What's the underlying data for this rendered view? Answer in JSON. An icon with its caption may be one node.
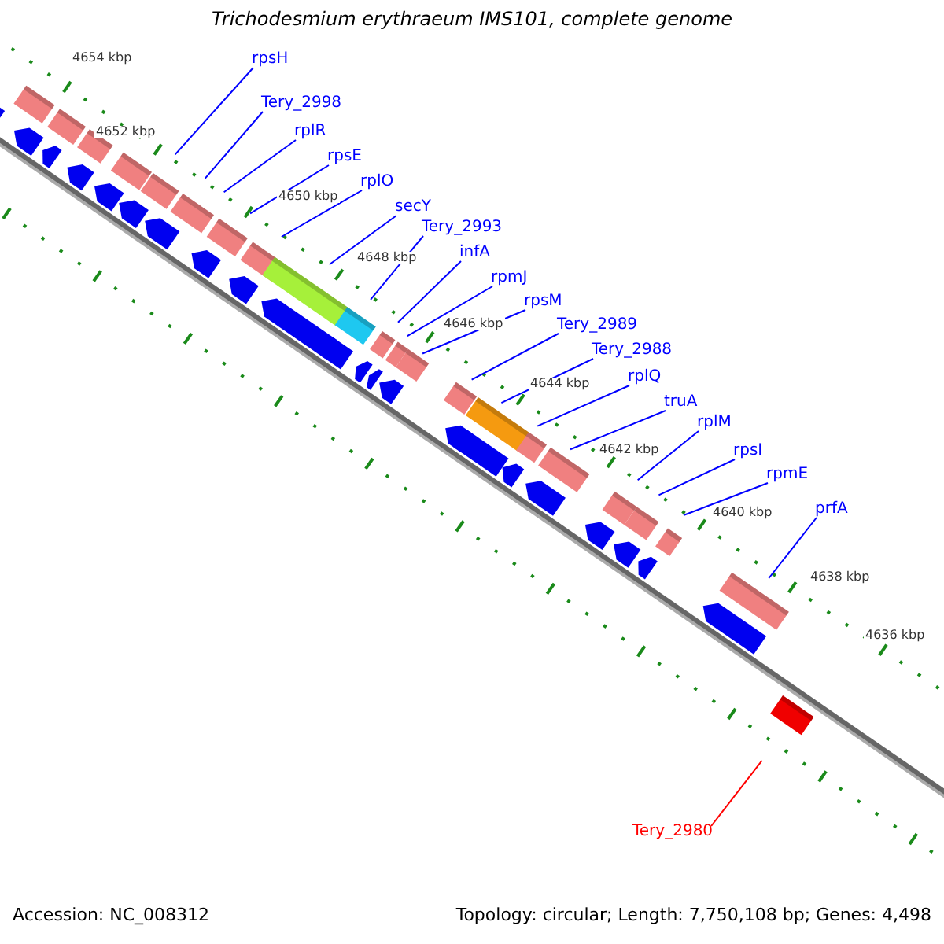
{
  "diagram": {
    "title": "Trichodesmium erythraeum IMS101, complete genome",
    "nodes": [
      {
        "text": [
          "rpsH"
        ]
      },
      {
        "text": [
          "Tery_2998"
        ]
      },
      {
        "text": [
          "rplR"
        ]
      },
      {
        "text": [
          "rpsE"
        ]
      },
      {
        "text": [
          "rplO"
        ]
      },
      {
        "text": [
          "secY"
        ]
      },
      {
        "text": [
          "Tery_2993"
        ]
      },
      {
        "text": [
          "infA"
        ]
      },
      {
        "text": [
          "rpmJ"
        ]
      },
      {
        "text": [
          "rpsM"
        ]
      },
      {
        "text": [
          "Tery_2989"
        ]
      },
      {
        "text": [
          "Tery_2988"
        ]
      },
      {
        "text": [
          "rplQ"
        ]
      },
      {
        "text": [
          "truA"
        ]
      },
      {
        "text": [
          "rplM"
        ]
      },
      {
        "text": [
          "rpsI"
        ]
      },
      {
        "text": [
          "rpmE"
        ]
      },
      {
        "text": [
          "prfA"
        ]
      },
      {
        "text": [
          "Tery_2980"
        ]
      }
    ],
    "edges": [
      {
        "from": 0,
        "to": null,
        "arrow": "none"
      },
      {
        "from": 1,
        "to": null,
        "arrow": "none"
      },
      {
        "from": 2,
        "to": null,
        "arrow": "none"
      },
      {
        "from": 3,
        "to": null,
        "arrow": "none"
      },
      {
        "from": 4,
        "to": null,
        "arrow": "none"
      },
      {
        "from": 5,
        "to": null,
        "arrow": "none"
      },
      {
        "from": 6,
        "to": null,
        "arrow": "none"
      },
      {
        "from": 7,
        "to": null,
        "arrow": "none"
      },
      {
        "from": 8,
        "to": null,
        "arrow": "none"
      },
      {
        "from": 9,
        "to": null,
        "arrow": "none"
      },
      {
        "from": 10,
        "to": null,
        "arrow": "none"
      },
      {
        "from": 11,
        "to": null,
        "arrow": "none"
      },
      {
        "from": 12,
        "to": null,
        "arrow": "none"
      },
      {
        "from": 13,
        "to": null,
        "arrow": "none"
      },
      {
        "from": 14,
        "to": null,
        "arrow": "none"
      },
      {
        "from": 15,
        "to": null,
        "arrow": "none"
      },
      {
        "from": 16,
        "to": null,
        "arrow": "none"
      },
      {
        "from": 17,
        "to": null,
        "arrow": "none"
      },
      {
        "from": 18,
        "to": null,
        "arrow": "none",
        "color": "#ff0000"
      }
    ],
    "labels": [
      "4654 kbp",
      "4652 kbp",
      "4650 kbp",
      "4648 kbp",
      "4646 kbp",
      "4644 kbp",
      "4642 kbp",
      "4640 kbp",
      "4638 kbp",
      "4636 kbp",
      "Accession: NC_008312",
      "Topology: circular; Length: 7,750,108 bp; Genes: 4,498"
    ]
  }
}
